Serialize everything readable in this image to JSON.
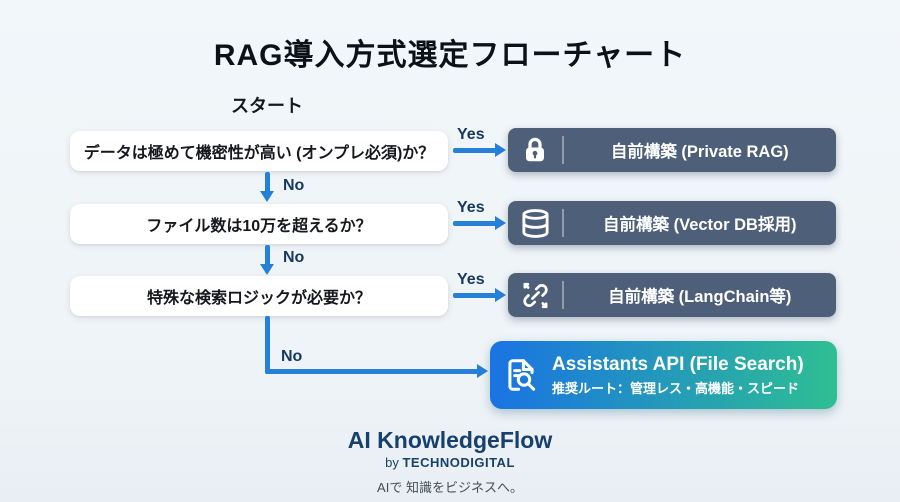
{
  "title": "RAG導入方式選定フローチャート",
  "start_label": "スタート",
  "flow": {
    "questions": [
      {
        "text": "データは極めて機密性が高い (オンプレ必須)か？",
        "yes_label": "Yes",
        "no_label": "No"
      },
      {
        "text": "ファイル数は10万を超えるか？",
        "yes_label": "Yes",
        "no_label": "No"
      },
      {
        "text": "特殊な検索ロジックが必要か？",
        "yes_label": "Yes",
        "no_label": "No"
      }
    ],
    "results": [
      {
        "icon": "lock-icon",
        "label": "自前構築 (Private RAG)"
      },
      {
        "icon": "database-icon",
        "label": "自前構築 (Vector DB採用)"
      },
      {
        "icon": "chain-icon",
        "label": "自前構築 (LangChain等)"
      }
    ],
    "recommended": {
      "icon": "file-search-icon",
      "title": "Assistants API (File Search)",
      "subtitle": "推奨ルート：管理レス・高機能・スピード"
    }
  },
  "footer": {
    "brand": "AI KnowledgeFlow",
    "by_prefix": "by",
    "by_name": "TECHNODIGITAL",
    "tagline": "AIで 知識をビジネスへ。"
  },
  "colors": {
    "arrow": "#2680d8",
    "label_navy": "#16395f",
    "result_box": "#4e5f7a",
    "gradient_start": "#1a73e3",
    "gradient_end": "#2ebf92",
    "brand_navy": "#17406e"
  }
}
